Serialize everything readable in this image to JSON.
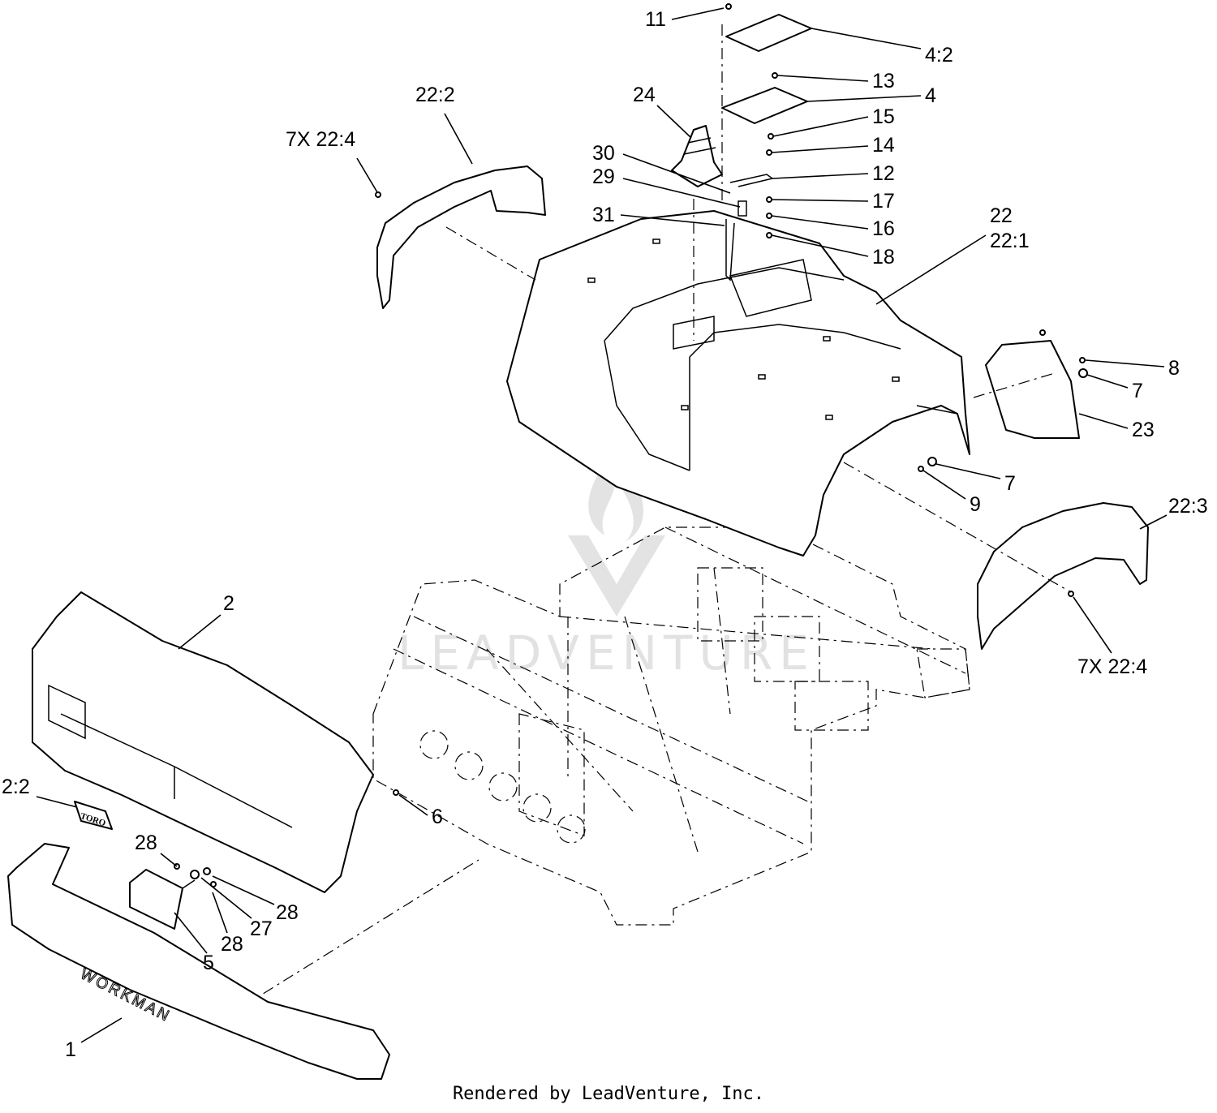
{
  "credit": "Rendered by LeadVenture, Inc.",
  "watermark": "LEADVENTURE",
  "bumper_text": "WORKMAN",
  "badge_text": "TORO",
  "callouts": [
    "11",
    "4:2",
    "13",
    "4",
    "24",
    "15",
    "14",
    "12",
    "17",
    "16",
    "18",
    "30",
    "29",
    "31",
    "22",
    "22:1",
    "22:2",
    "7X 22:4",
    "8",
    "7",
    "23",
    "7",
    "9",
    "22:3",
    "7X 22:4",
    "2",
    "2:2",
    "6",
    "28",
    "28",
    "27",
    "28",
    "5",
    "1"
  ]
}
